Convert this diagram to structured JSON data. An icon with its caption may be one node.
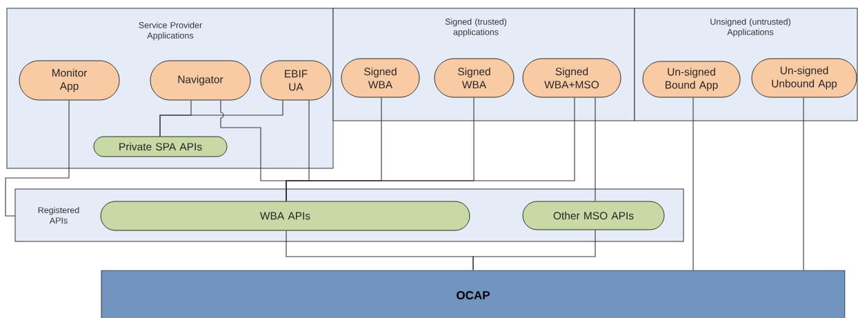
{
  "diagram": {
    "nodes": [
      {
        "text": [
          "Service Provider Applications"
        ]
      },
      {
        "text": [
          "Monitor App"
        ],
        "in": 0
      },
      {
        "text": [
          "Navigator"
        ],
        "in": 0
      },
      {
        "text": [
          "EBIF UA"
        ],
        "in": 0
      },
      {
        "text": [
          "Private SPA APIs"
        ],
        "in": 0
      },
      {
        "text": [
          "Signed (trusted) applications"
        ]
      },
      {
        "text": [
          "Signed WBA"
        ],
        "in": 5
      },
      {
        "text": [
          "Signed WBA"
        ],
        "in": 5
      },
      {
        "text": [
          "Signed WBA+MSO"
        ],
        "in": 5
      },
      {
        "text": [
          "Unsigned (untrusted) Applications"
        ]
      },
      {
        "text": [
          "Un-signed Bound App"
        ],
        "in": 9
      },
      {
        "text": [
          "Un-signed Unbound App"
        ],
        "in": 9
      },
      {
        "text": [
          "Registered APIs"
        ]
      },
      {
        "text": [
          "WBA APIs"
        ],
        "in": 12
      },
      {
        "text": [
          "Other MSO APIs"
        ],
        "in": 12
      },
      {
        "text": [
          "OCAP"
        ]
      }
    ],
    "edges": [
      {
        "from": 1,
        "to": 12,
        "arrow": "none"
      },
      {
        "from": 2,
        "to": 4,
        "arrow": "none"
      },
      {
        "from": 3,
        "to": 4,
        "arrow": "none"
      },
      {
        "from": 2,
        "to": 13,
        "arrow": "none"
      },
      {
        "from": 3,
        "to": 13,
        "arrow": "none"
      },
      {
        "from": 6,
        "to": 13,
        "arrow": "none"
      },
      {
        "from": 7,
        "to": 13,
        "arrow": "none"
      },
      {
        "from": 8,
        "to": 13,
        "arrow": "none"
      },
      {
        "from": 8,
        "to": 14,
        "arrow": "none"
      },
      {
        "from": 13,
        "to": 15,
        "arrow": "none"
      },
      {
        "from": 14,
        "to": 15,
        "arrow": "none"
      },
      {
        "from": 10,
        "to": 15,
        "arrow": "none"
      },
      {
        "from": 11,
        "to": 15,
        "arrow": "none"
      }
    ]
  }
}
